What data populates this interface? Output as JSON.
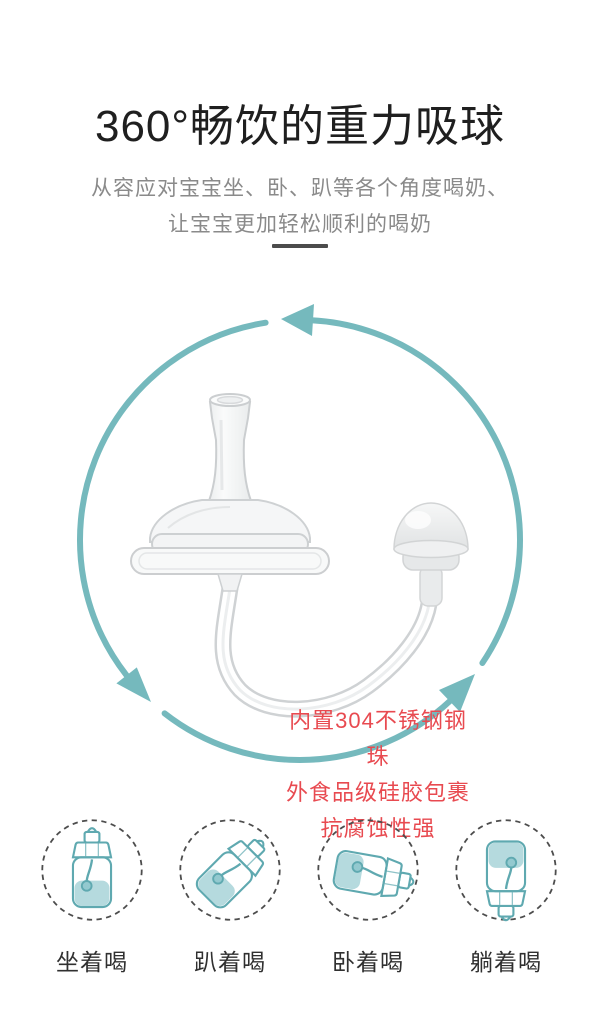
{
  "header": {
    "title": "360°畅饮的重力吸球",
    "subtitle_line1": "从容应对宝宝坐、卧、趴等各个角度喝奶、",
    "subtitle_line2": "让宝宝更加轻松顺利的喝奶"
  },
  "diagram": {
    "annotation_line1": "内置304不锈钢钢珠",
    "annotation_line2": "外食品级硅胶包裹",
    "annotation_line3": "抗腐蚀性强",
    "rotation_arrow_count": 3,
    "subject": "gravity-ball-weighted-straw"
  },
  "usage_icons": [
    {
      "label": "坐着喝",
      "pose": "sitting-upright-bottle"
    },
    {
      "label": "趴着喝",
      "pose": "prone-tilted-bottle"
    },
    {
      "label": "卧着喝",
      "pose": "side-lying-horizontal-bottle"
    },
    {
      "label": "躺着喝",
      "pose": "lying-back-inverted-bottle"
    }
  ],
  "colors": {
    "accent_teal": "#75b9bd",
    "annotation_red": "#e84a50",
    "icon_teal": "#5fa9b0",
    "water_fill": "#b5dade",
    "divider_gray": "#4c4c4c",
    "dashed_circle_gray": "#4d4d4d"
  }
}
